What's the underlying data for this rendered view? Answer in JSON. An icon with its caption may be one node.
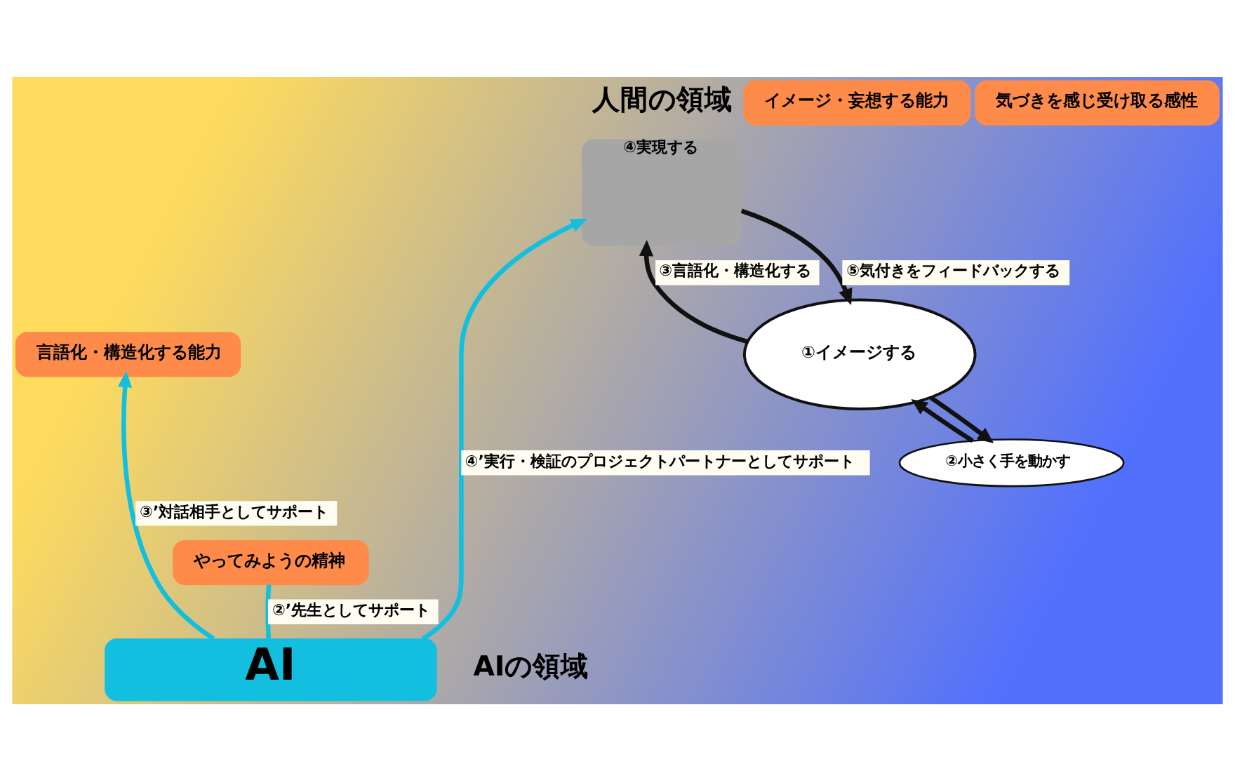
{
  "diagram": {
    "nodes": [
      {
        "text": [
          "①イメージする"
        ]
      },
      {
        "text": [
          "イメージ・妄想する能力"
        ]
      },
      {
        "text": [
          "言語化・構造化する能力"
        ]
      },
      {
        "text": [
          "②小さく手を動かす"
        ]
      },
      {
        "text": [
          "やってみようの精神"
        ]
      },
      {
        "text": [
          "④実現する"
        ]
      },
      {
        "text": [
          "気づきを感じ受け取る感性"
        ]
      },
      {
        "text": [
          "AI"
        ]
      }
    ],
    "edges": [
      {
        "from": 5,
        "to": 0,
        "arrow": "to",
        "label": "⑤気付きをフィードバックする"
      },
      {
        "from": 0,
        "to": 5,
        "arrow": "to",
        "label": "③言語化・構造化する"
      },
      {
        "from": 0,
        "to": 3,
        "arrow": "to"
      },
      {
        "from": 3,
        "to": 0,
        "arrow": "to"
      },
      {
        "from": 7,
        "to": 4,
        "arrow": "none",
        "label": "②’先生としてサポート",
        "color": "#12bfdf"
      },
      {
        "from": 7,
        "to": 2,
        "arrow": "to",
        "label": "③’対話相手としてサポート",
        "color": "#12bfdf"
      },
      {
        "from": 7,
        "to": 5,
        "arrow": "to",
        "label": "④’実行・検証のプロジェクトパートナーとしてサポート",
        "color": "#12bfdf"
      }
    ],
    "labels": [
      "人間の領域",
      "AIの領域"
    ]
  }
}
